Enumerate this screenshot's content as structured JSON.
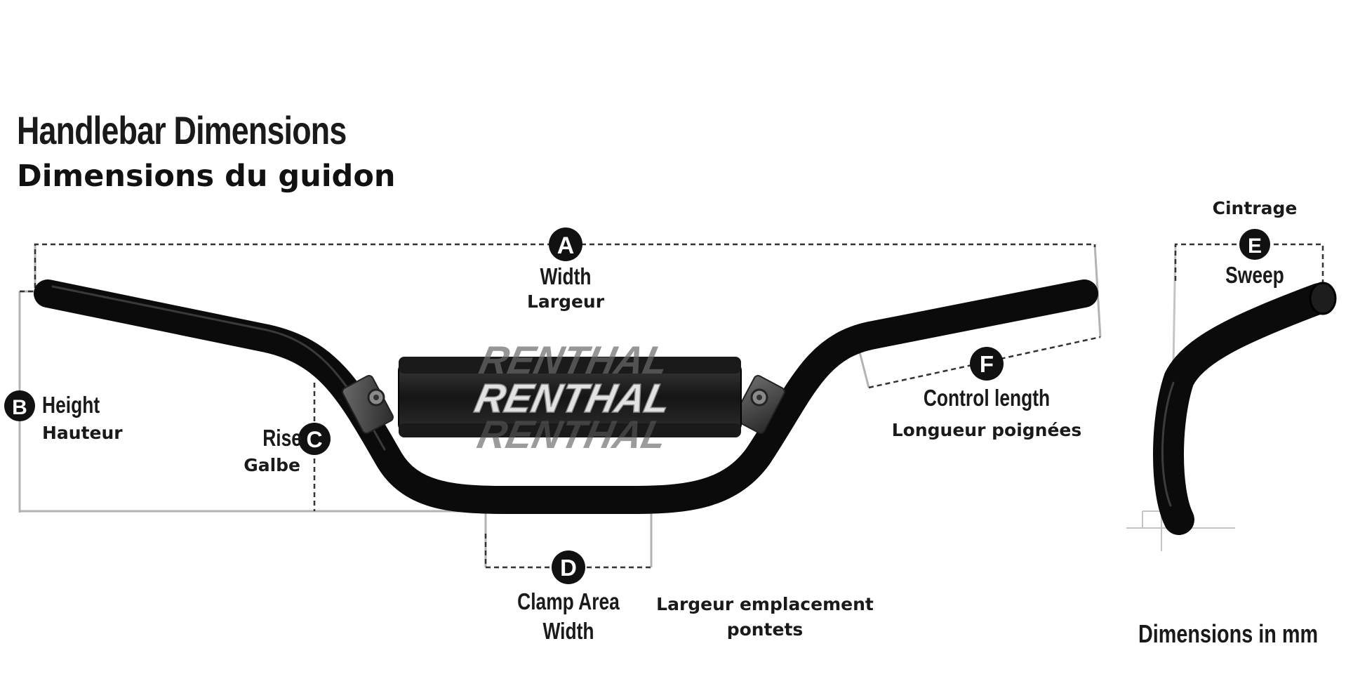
{
  "title": {
    "en": "Handlebar Dimensions",
    "fr": "Dimensions du guidon"
  },
  "brand": "RENTHAL",
  "dimensions": [
    {
      "key": "A",
      "label_en": "Width",
      "label_fr": "Largeur"
    },
    {
      "key": "B",
      "label_en": "Height",
      "label_fr": "Hauteur"
    },
    {
      "key": "C",
      "label_en": "Rise",
      "label_fr": "Galbe"
    },
    {
      "key": "D",
      "label_en": "Clamp Area Width",
      "label_en_line1": "Clamp Area",
      "label_en_line2": "Width",
      "label_fr": "Largeur emplacement pontets",
      "label_fr_line1": "Largeur emplacement",
      "label_fr_line2": "pontets"
    },
    {
      "key": "E",
      "label_en": "Sweep",
      "label_fr": "Cintrage"
    },
    {
      "key": "F",
      "label_en": "Control length",
      "label_fr": "Longueur poignées"
    }
  ],
  "note": "Dimensions in mm",
  "colors": {
    "background": "#ffffff",
    "bar": "#0b0b0b",
    "guide_line": "#b0b0b0",
    "dashed_line": "#333333",
    "badge": "#111111",
    "badge_text": "#ffffff",
    "pad": "#1b1b1b",
    "pad_text": "#e6e6e6"
  }
}
